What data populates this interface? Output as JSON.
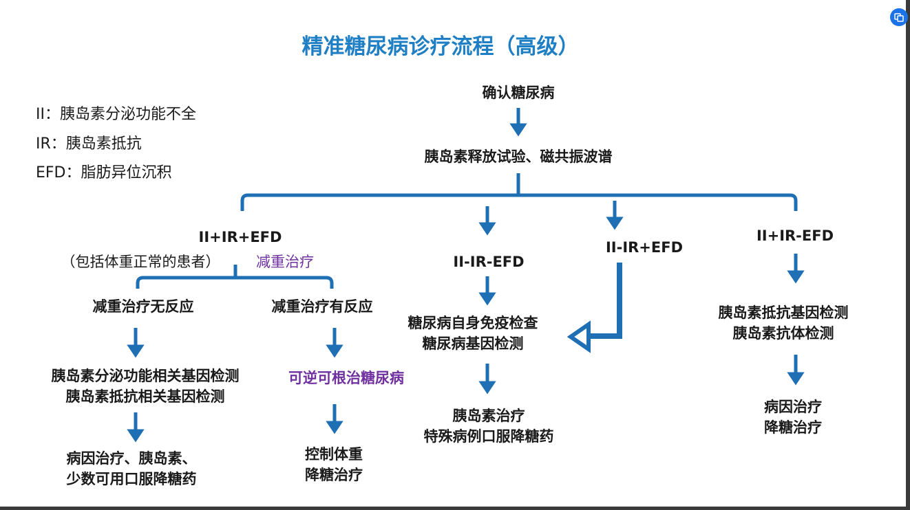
{
  "title": "精准糖尿病诊疗流程（高级）",
  "legend": [
    "II：胰岛素分泌功能不全",
    "IR：胰岛素抵抗",
    "EFD：脂肪异位沉积"
  ],
  "nodes": {
    "start": "确认糖尿病",
    "test": "胰岛素释放试验、磁共振波谱",
    "b1": {
      "label": "II+IR+EFD",
      "note": "（包括体重正常的患者）",
      "action": "减重治疗",
      "no_response": {
        "label": "减重治疗无反应",
        "tests": [
          "胰岛素分泌功能相关基因检测",
          "胰岛素抵抗相关基因检测"
        ],
        "treatment": [
          "病因治疗、胰岛素、",
          "少数可用口服降糖药"
        ]
      },
      "response": {
        "label": "减重治疗有反应",
        "result": "可逆可根治糖尿病",
        "treatment": [
          "控制体重",
          "降糖治疗"
        ]
      }
    },
    "b2": {
      "label": "II-IR-EFD",
      "tests": [
        "糖尿病自身免疫检查",
        "糖尿病基因检测"
      ],
      "treatment": [
        "胰岛素治疗",
        "特殊病例口服降糖药"
      ]
    },
    "b3": {
      "label": "II-IR+EFD"
    },
    "b4": {
      "label": "II+IR-EFD",
      "tests": [
        "胰岛素抵抗基因检测",
        "胰岛素抗体检测"
      ],
      "treatment": [
        "病因治疗",
        "降糖治疗"
      ]
    }
  },
  "colors": {
    "title": "#1f7fc4",
    "arrow": "#1f6fb5",
    "highlight": "#7030a0"
  }
}
